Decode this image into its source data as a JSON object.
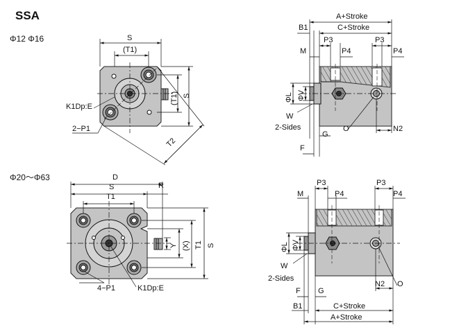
{
  "title": "SSA",
  "bore_small": "Φ12 Φ16",
  "bore_large": "Φ20～Φ63",
  "front_small": {
    "S": "S",
    "T1": "(T1)",
    "S_side": "S",
    "T1_side": "(T1)",
    "T2": "T2",
    "K1": "K1Dp:E",
    "P1": "2−P1"
  },
  "side_small": {
    "A_stroke": "A+Stroke",
    "B1": "B1",
    "C_stroke": "C+Stroke",
    "P3_left": "P3",
    "P3_right": "P3",
    "M": "M",
    "P4_left": "P4",
    "P4_right": "P4",
    "phiL": "ΦL",
    "phiV": "ΦV",
    "W": "W",
    "two_sides": "2-Sides",
    "G": "G",
    "O": "O",
    "N2": "N2",
    "F": "F"
  },
  "front_large": {
    "D": "D",
    "S": "S",
    "R": "R",
    "T1": "T1",
    "Y": "Y",
    "X": "(X)",
    "T1_side": "T1",
    "S_side": "S",
    "P1": "4−P1",
    "K1": "K1Dp:E"
  },
  "side_large": {
    "M": "M",
    "P3_left": "P3",
    "P4_left": "P4",
    "P3_right": "P3",
    "P4_right": "P4",
    "phiL": "ΦL",
    "phiV": "ΦV",
    "W": "W",
    "two_sides": "2-Sides",
    "F": "F",
    "G": "G",
    "N2": "N2",
    "O": "O",
    "B1": "B1",
    "C_stroke": "C+Stroke",
    "A_stroke": "A+Stroke"
  }
}
